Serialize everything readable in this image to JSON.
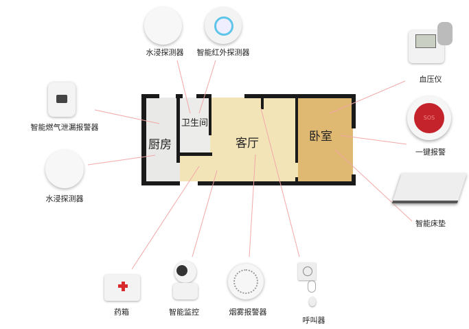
{
  "rooms": {
    "kitchen": "厨房",
    "bathroom": "卫生间",
    "living": "客厅",
    "bedroom": "卧室"
  },
  "devices": {
    "water_top": "水浸探测器",
    "infrared": "智能红外探测器",
    "gas": "智能燃气泄漏报警器",
    "water_left": "水浸探测器",
    "blood_pressure": "血压仪",
    "sos_button": "一键报警",
    "sos_text": "SOS",
    "mattress": "智能床垫",
    "medicine_box": "药箱",
    "camera": "智能监控",
    "smoke": "烟雾报警器",
    "caller": "呼叫器"
  },
  "colors": {
    "line": "#f2a7a7",
    "wall": "#1a1a1a",
    "kitchen_floor": "#e9e9e7",
    "living_floor": "#f3e4b8",
    "bedroom_floor": "#dfb872",
    "sos_red": "#c4232b"
  }
}
